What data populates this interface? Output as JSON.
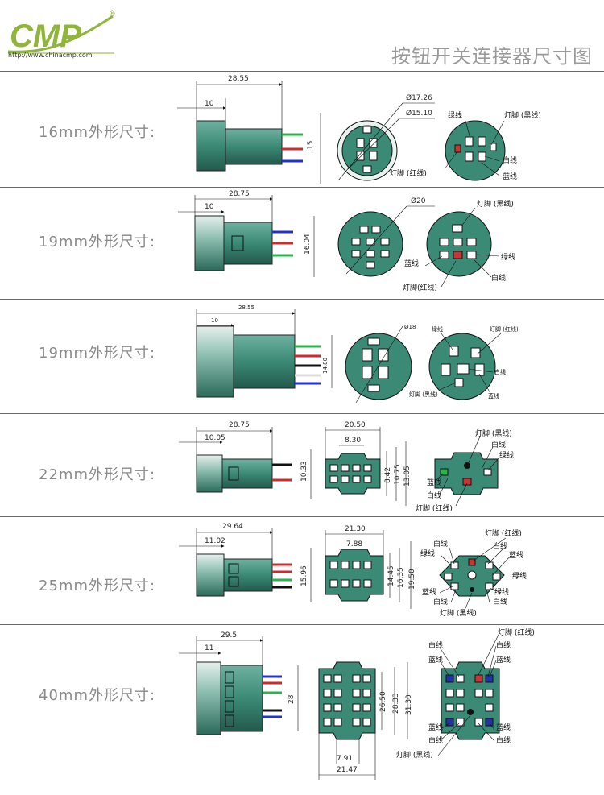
{
  "header": {
    "logo_text": "CMP",
    "logo_url": "http://www.chinacmp.com",
    "registered": "®",
    "title": "按钮开关连接器尺寸图"
  },
  "colors": {
    "body": "#3b8a76",
    "body_dark": "#2f6e5e",
    "line": "#111111",
    "wire_green": "#2bb24a",
    "wire_red": "#d02a2a",
    "wire_blue": "#2233cc",
    "wire_black": "#111111",
    "wire_white": "#f0f0f0",
    "logo_green": "#8fb53a"
  },
  "sections": [
    {
      "label": "16mm外形尺寸:",
      "dims": {
        "total": "28.55",
        "front": "10",
        "height": "15",
        "outer_dia": "Ø17.26",
        "inner_dia": "Ø15.10"
      },
      "pins": [
        "绿线",
        "灯脚 (黑线)",
        "白线",
        "蓝线",
        "灯脚 (红线)"
      ]
    },
    {
      "label": "19mm外形尺寸:",
      "dims": {
        "total": "28.75",
        "front": "10",
        "height": "16.04",
        "outer_dia": "Ø20"
      },
      "pins": [
        "灯脚 (黑线)",
        "蓝线",
        "绿线",
        "白线",
        "灯脚(红线)"
      ]
    },
    {
      "label": "19mm外形尺寸:",
      "dims": {
        "total": "28.55",
        "front": "10",
        "height": "14.80",
        "outer_dia": "Ø18"
      },
      "pins": [
        "绿线",
        "灯脚 (红线)",
        "白线",
        "灯脚 (黑线)",
        "蓝线"
      ]
    },
    {
      "label": "22mm外形尺寸:",
      "dims": {
        "total": "28.75",
        "front": "10.05",
        "height": "10.33",
        "width": "20.50",
        "inner_w": "8.30",
        "h1": "8.42",
        "h2": "10.75",
        "h3": "13.05"
      },
      "pins": [
        "灯脚 (黑线)",
        "白线",
        "绿线",
        "蓝线",
        "白线",
        "灯脚 (红线)"
      ]
    },
    {
      "label": "25mm外形尺寸:",
      "dims": {
        "total": "29.64",
        "front": "11.02",
        "height": "15.96",
        "width": "21.30",
        "inner_w": "7.88",
        "h1": "14.45",
        "h2": "16.35",
        "h3": "19.50"
      },
      "pins": [
        "白线",
        "灯脚 (红线)",
        "白线",
        "绿线",
        "蓝线",
        "绿线",
        "蓝线",
        "绿线",
        "白线",
        "灯脚 (黑线)",
        "白线"
      ]
    },
    {
      "label": "40mm外形尺寸:",
      "dims": {
        "total": "29.5",
        "front": "11",
        "height": "28",
        "h1": "26.50",
        "h2": "28.33",
        "h3": "31.30",
        "inner_w": "7.91",
        "width": "21.47"
      },
      "pins": [
        "灯脚 (红线)",
        "白线",
        "白线",
        "蓝线",
        "蓝线",
        "蓝线",
        "蓝线",
        "白线",
        "白线",
        "灯脚 (黑线)"
      ]
    }
  ]
}
